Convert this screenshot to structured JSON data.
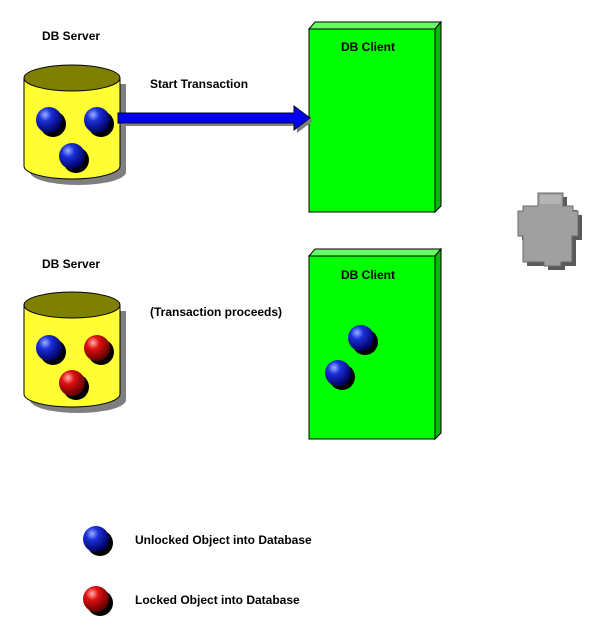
{
  "labels": {
    "server_top": "DB Server",
    "server_bottom": "DB Server",
    "client_top": "DB Client",
    "client_bottom": "DB Client",
    "start_transaction": "Start Transaction",
    "transaction_proceeds": "(Transaction proceeds)",
    "legend_unlocked": "Unlocked Object into Database",
    "legend_locked": "Locked Object into Database"
  },
  "colors": {
    "cylinder_fill": "#ffff33",
    "cylinder_top": "#7f7f00",
    "client_box": "#00ff00",
    "client_box_side": "#00bb00",
    "arrow": "#0000ee",
    "object_unlocked": "#0000cc",
    "object_locked": "#cc0000",
    "person": "#a0a0a0"
  },
  "objects": {
    "top_server": [
      "unlocked",
      "unlocked",
      "unlocked"
    ],
    "bottom_server": [
      "unlocked",
      "locked",
      "locked"
    ],
    "bottom_client": [
      "unlocked",
      "unlocked"
    ]
  },
  "icons": {
    "person": "person-icon",
    "server": "database-cylinder-icon",
    "client": "client-box-icon",
    "object": "sphere-icon"
  }
}
